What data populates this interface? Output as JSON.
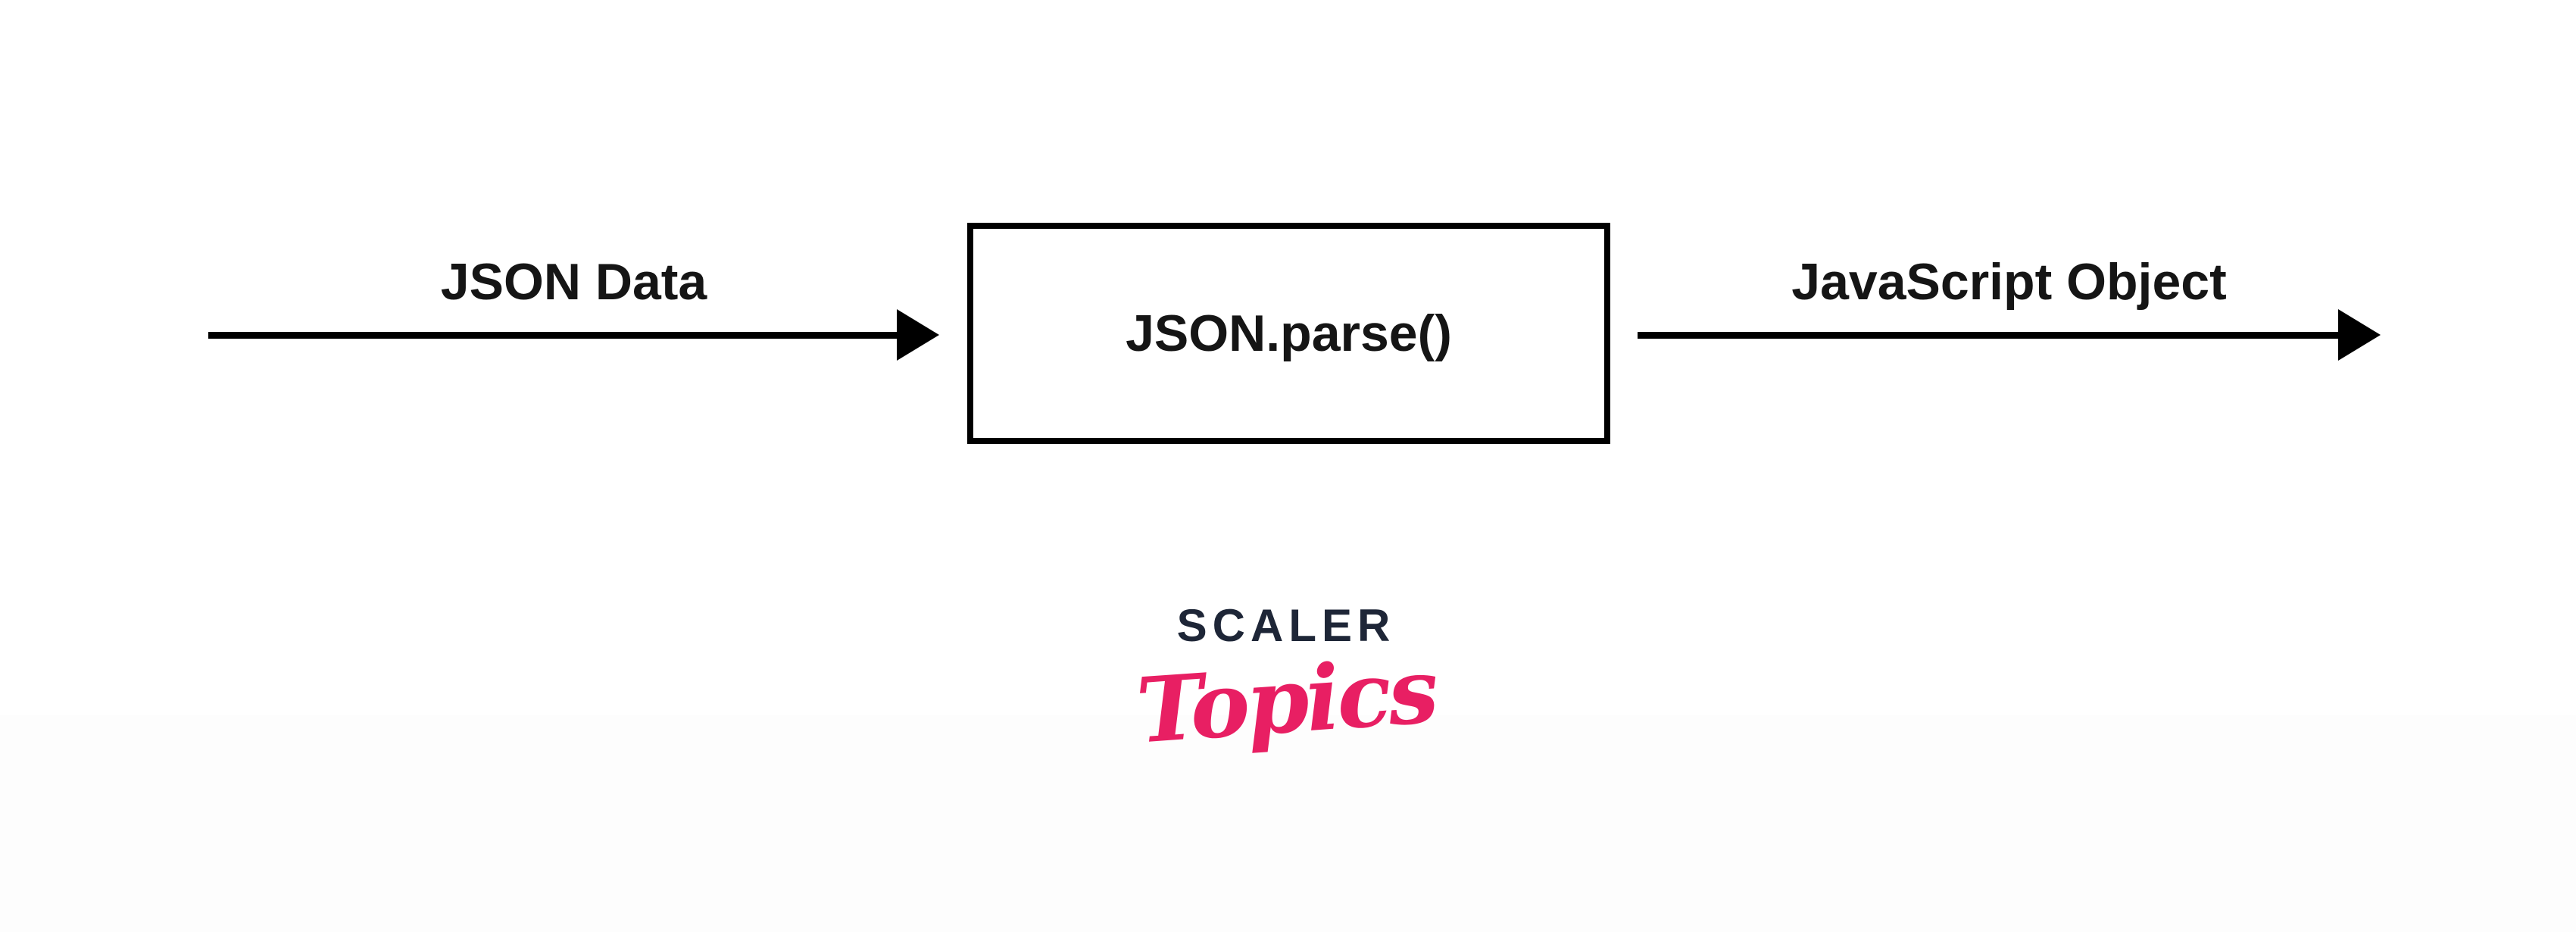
{
  "diagram": {
    "input_label": "JSON Data",
    "process_label": "JSON.parse()",
    "output_label": "JavaScript Object"
  },
  "logo": {
    "primary": "SCALER",
    "secondary": "Topics"
  },
  "colors": {
    "line": "#000000",
    "background": "#ffffff",
    "logo_primary": "#1e2637",
    "logo_secondary": "#e81f63"
  }
}
